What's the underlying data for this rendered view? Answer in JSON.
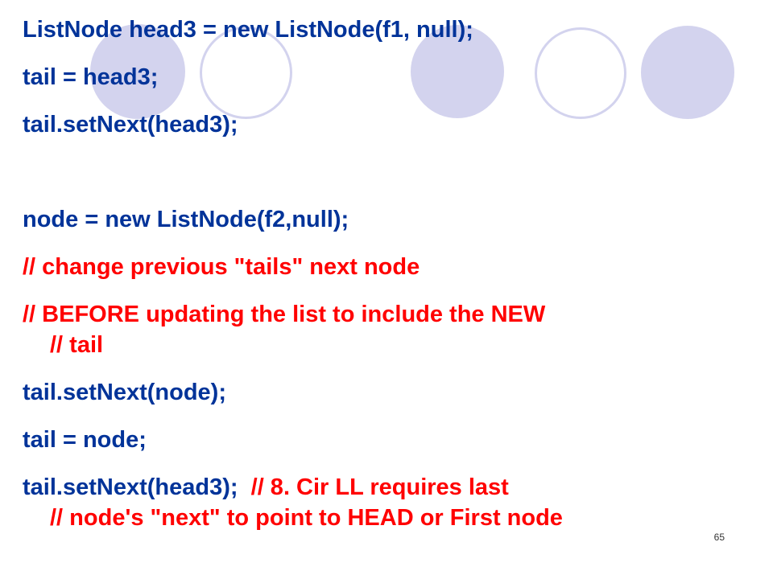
{
  "code_lines": [
    "ListNode head3 = new ListNode(f1, null);",
    "tail = head3;",
    "tail.setNext(head3);",
    "node = new ListNode(f2,null);",
    "// change previous \"tails\" next node",
    "// BEFORE updating the list to include the NEW",
    "// tail",
    "tail.setNext(node);",
    "tail = node;",
    "tail.setNext(head3);",
    "// 8. Cir LL requires last",
    "// node's \"next\" to point to HEAD or First node"
  ],
  "page_number": "65",
  "colors": {
    "code": "#003399",
    "comment": "#ff0000",
    "decor_circle": "#d3d3ee"
  }
}
